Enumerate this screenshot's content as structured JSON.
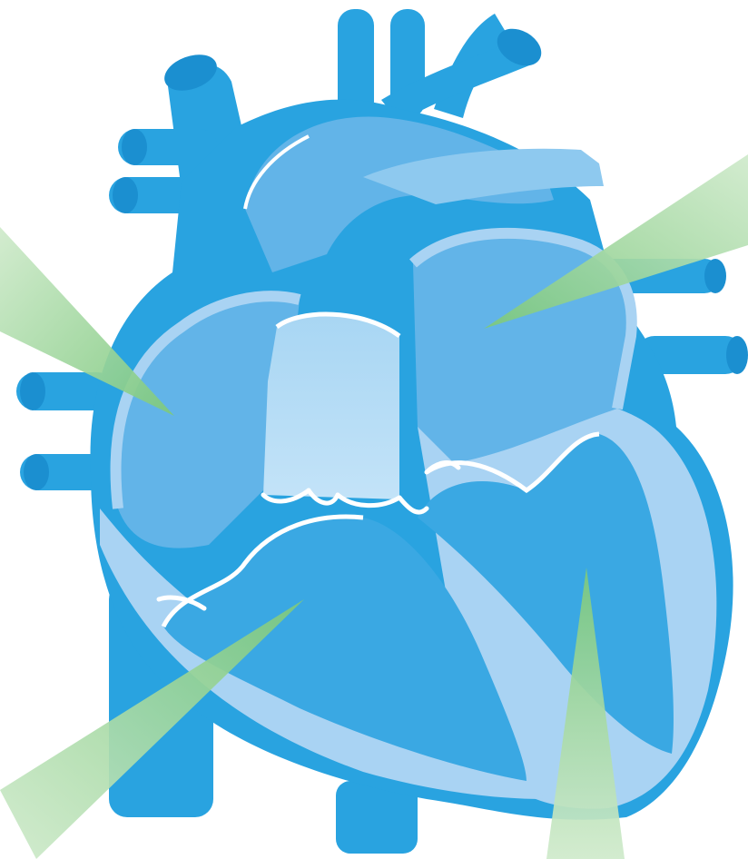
{
  "diagram": {
    "subject": "heart-cross-section",
    "colors": {
      "background": "#ffffff",
      "vessel": "#29a3e0",
      "vessel_dark": "#1b8fd0",
      "chamber": "#62b4e8",
      "chamber_light": "#8ec9ef",
      "wall": "#a9d3f3",
      "valve_line": "#ffffff",
      "pointer": "#8dd08a",
      "pointer_light": "#cfeacb"
    },
    "pointers": [
      {
        "target": "right-atrium",
        "label": ""
      },
      {
        "target": "left-atrium",
        "label": ""
      },
      {
        "target": "right-ventricle",
        "label": ""
      },
      {
        "target": "left-ventricle",
        "label": ""
      }
    ]
  }
}
